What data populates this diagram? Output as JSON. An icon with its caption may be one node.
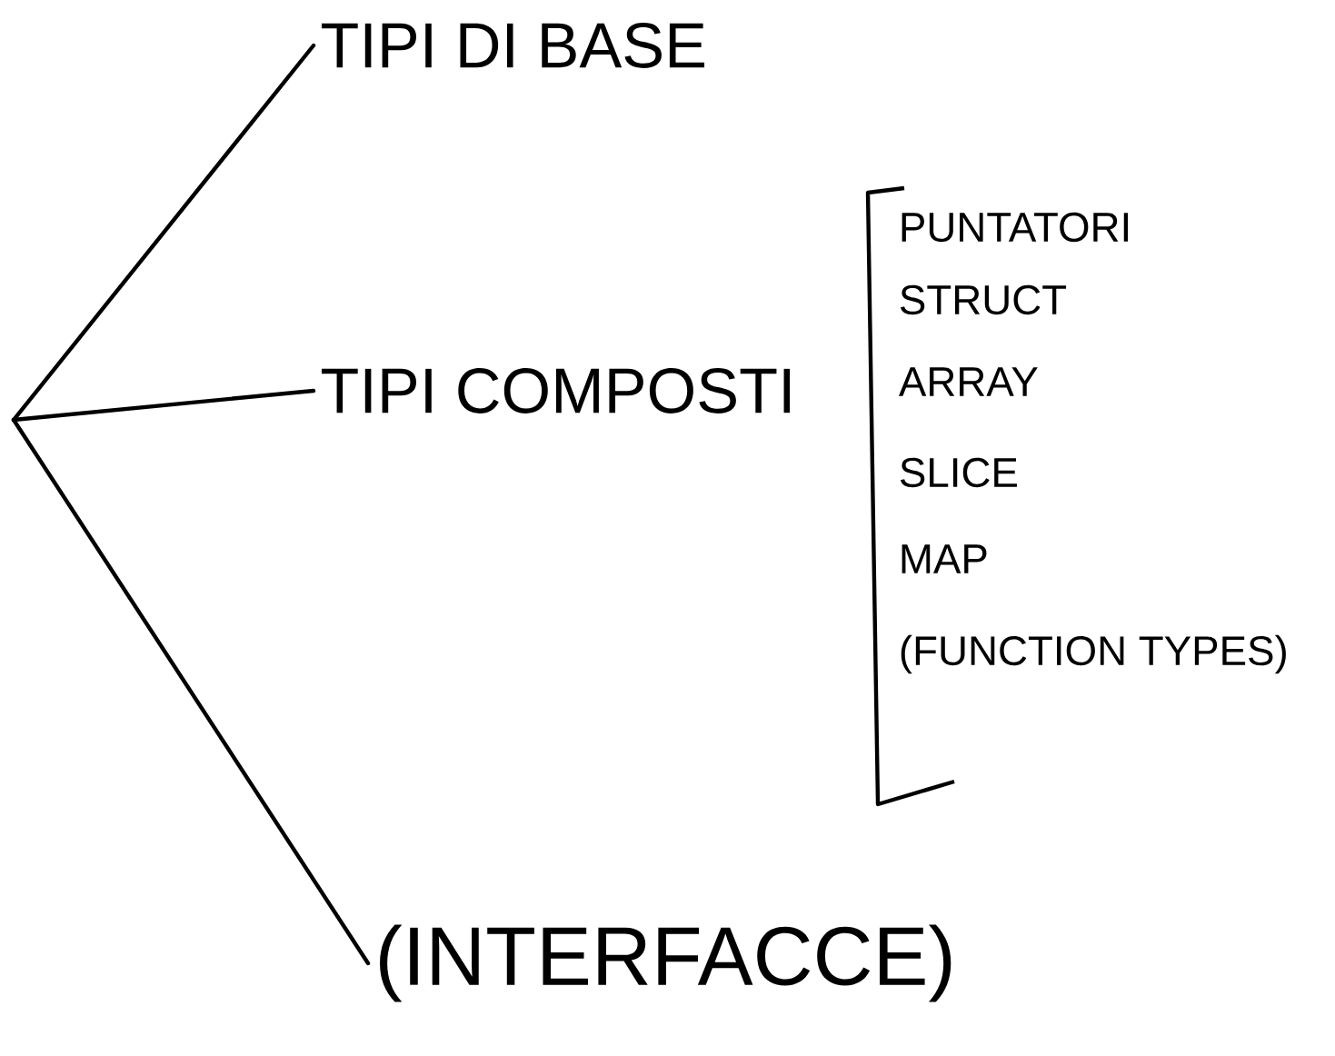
{
  "diagram": {
    "nodes": [
      {
        "text": [
          "TIPI DI BASE"
        ]
      },
      {
        "text": [
          "TIPI COMPOSTI"
        ]
      },
      {
        "text": [
          "(INTERFACCE)"
        ]
      }
    ],
    "edges": [
      {
        "from": null,
        "to": 0,
        "arrow": "none"
      },
      {
        "from": null,
        "to": 1,
        "arrow": "none"
      },
      {
        "from": null,
        "to": 2,
        "arrow": "none"
      }
    ],
    "labels": [
      "PUNTATORI",
      "STRUCT",
      "ARRAY",
      "SLICE",
      "MAP",
      "(FUNCTION TYPES)"
    ]
  }
}
